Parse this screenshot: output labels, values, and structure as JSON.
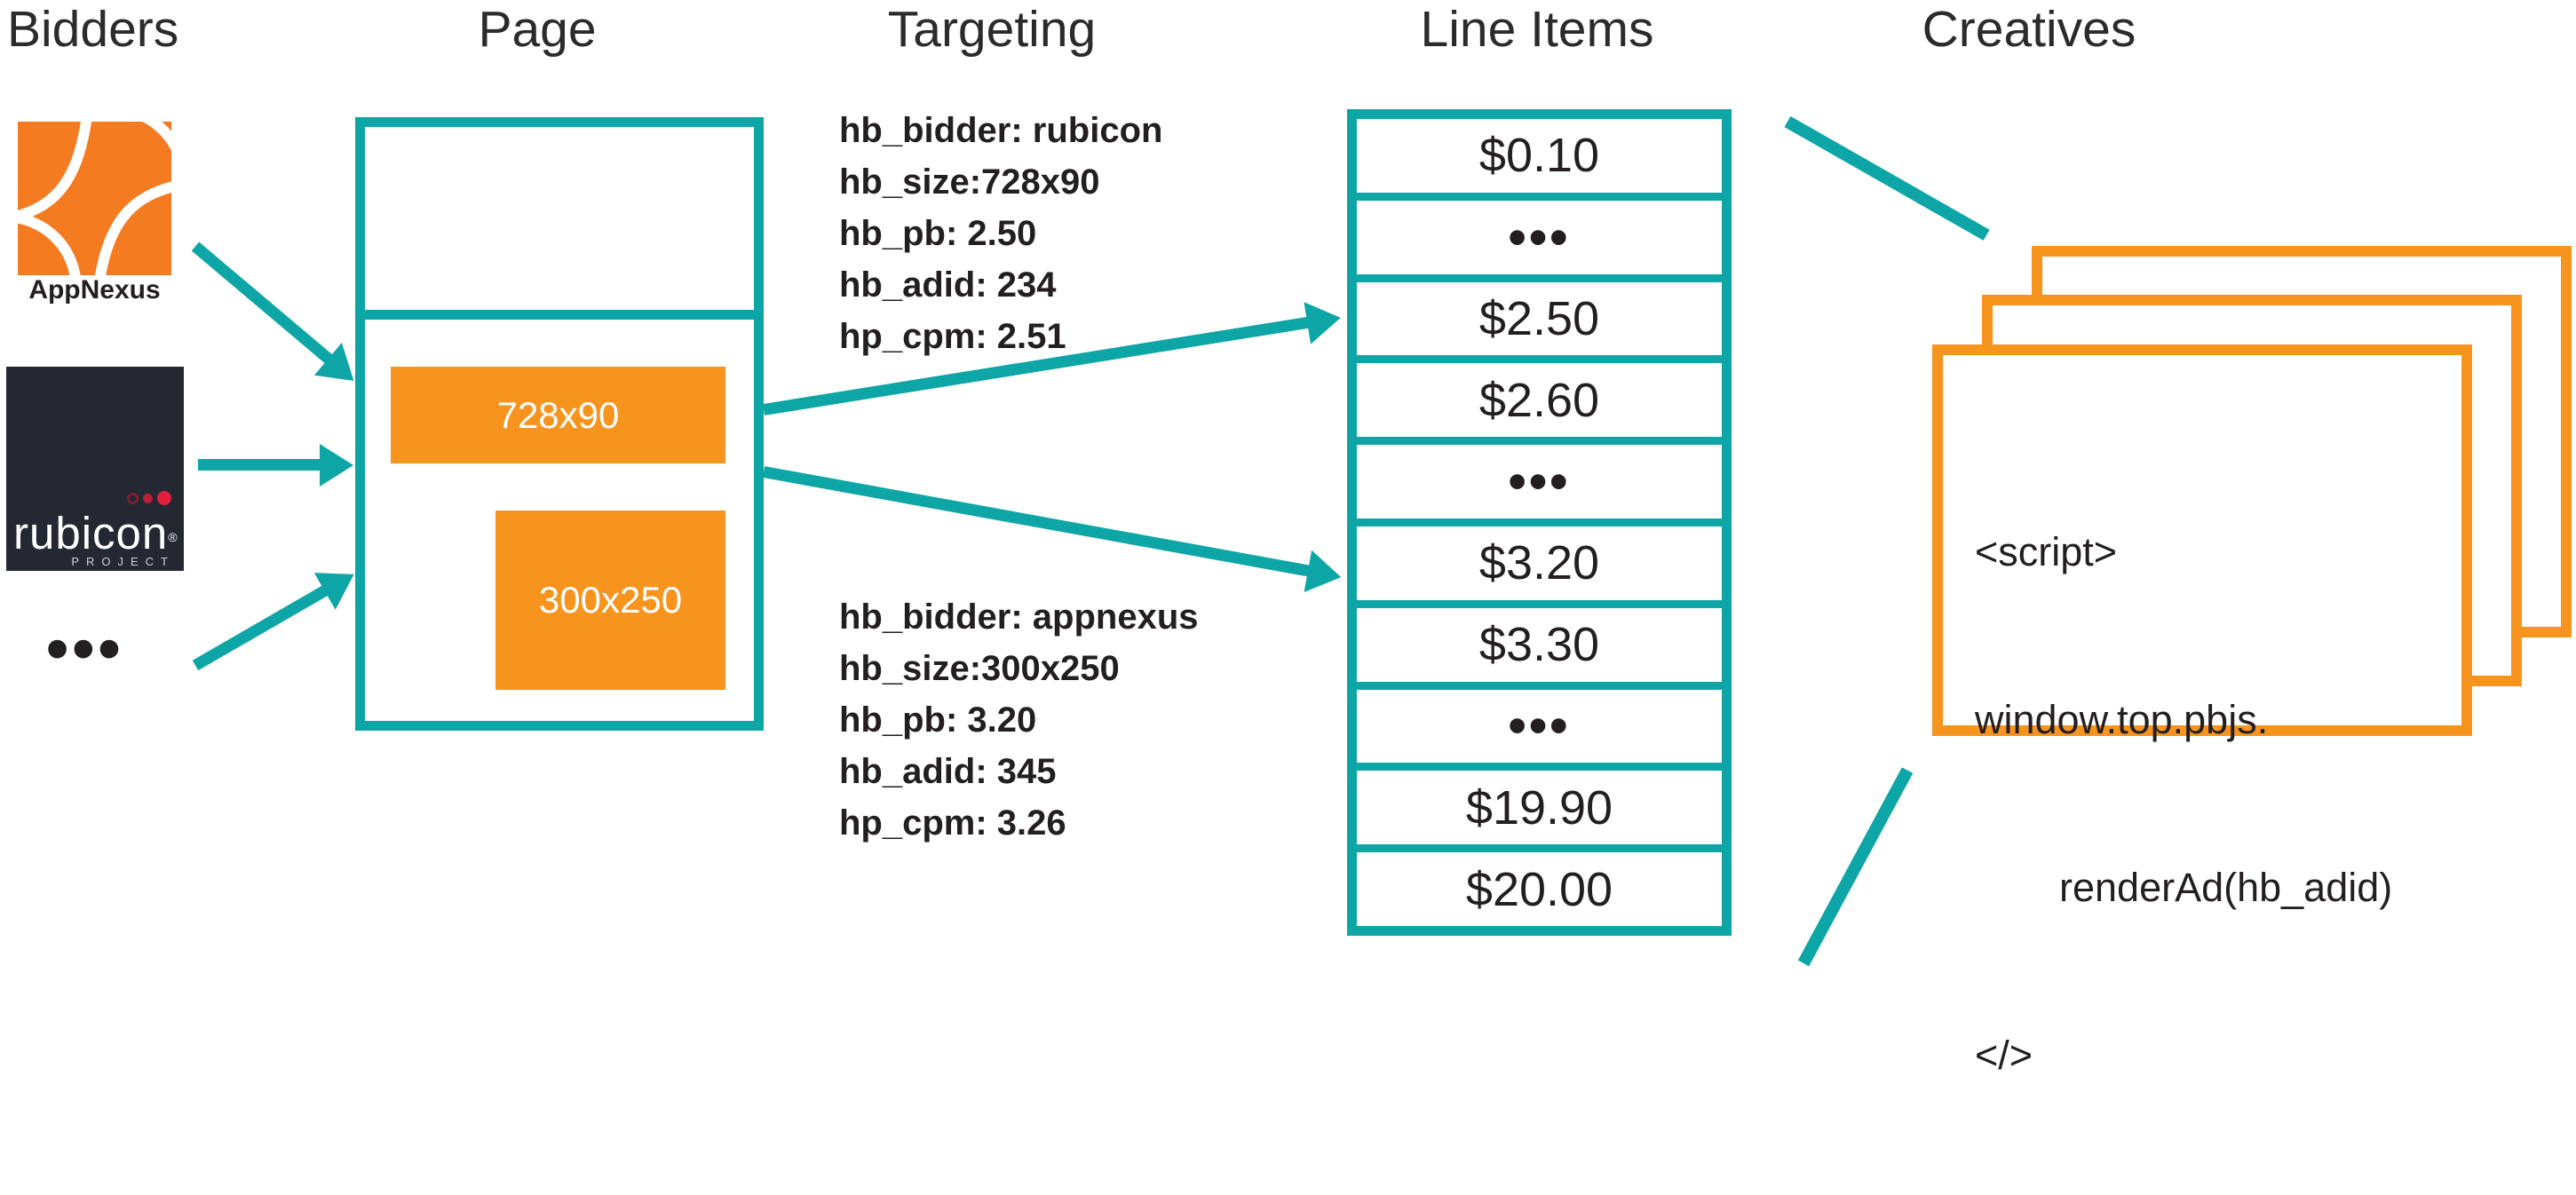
{
  "columns": {
    "bidders": "Bidders",
    "page": "Page",
    "targeting": "Targeting",
    "line_items": "Line Items",
    "creatives": "Creatives"
  },
  "bidders": {
    "appnexus_label": "AppNexus",
    "rubicon_word": "rubicon",
    "rubicon_reg": "®",
    "rubicon_project": "PROJECT",
    "more_dots": "•••"
  },
  "page": {
    "slot_leaderboard_label": "728x90",
    "slot_rectangle_label": "300x250"
  },
  "targeting": {
    "block_rubicon": {
      "line1": "hb_bidder: rubicon",
      "line2": "hb_size:728x90",
      "line3": "hb_pb: 2.50",
      "line4": "hb_adid: 234",
      "line5": "hp_cpm: 2.51"
    },
    "block_appnexus": {
      "line1": "hb_bidder: appnexus",
      "line2": "hb_size:300x250",
      "line3": "hb_pb: 3.20",
      "line4": "hb_adid: 345",
      "line5": "hp_cpm: 3.26"
    }
  },
  "line_items": {
    "rows": [
      "$0.10",
      "•••",
      "$2.50",
      "$2.60",
      "•••",
      "$3.20",
      "$3.30",
      "•••",
      "$19.90",
      "$20.00"
    ]
  },
  "creatives": {
    "script_line1": "<script>",
    "script_line2": "window.top.pbjs.",
    "script_line3": "renderAd(hb_adid)",
    "script_line4": "</>"
  },
  "colors": {
    "teal": "#0da5a5",
    "orange": "#f7941e",
    "appnexus_orange": "#f47b20",
    "rubicon_background": "#242833",
    "rubicon_red": "#e01f3d",
    "text_dark": "#231f20"
  }
}
